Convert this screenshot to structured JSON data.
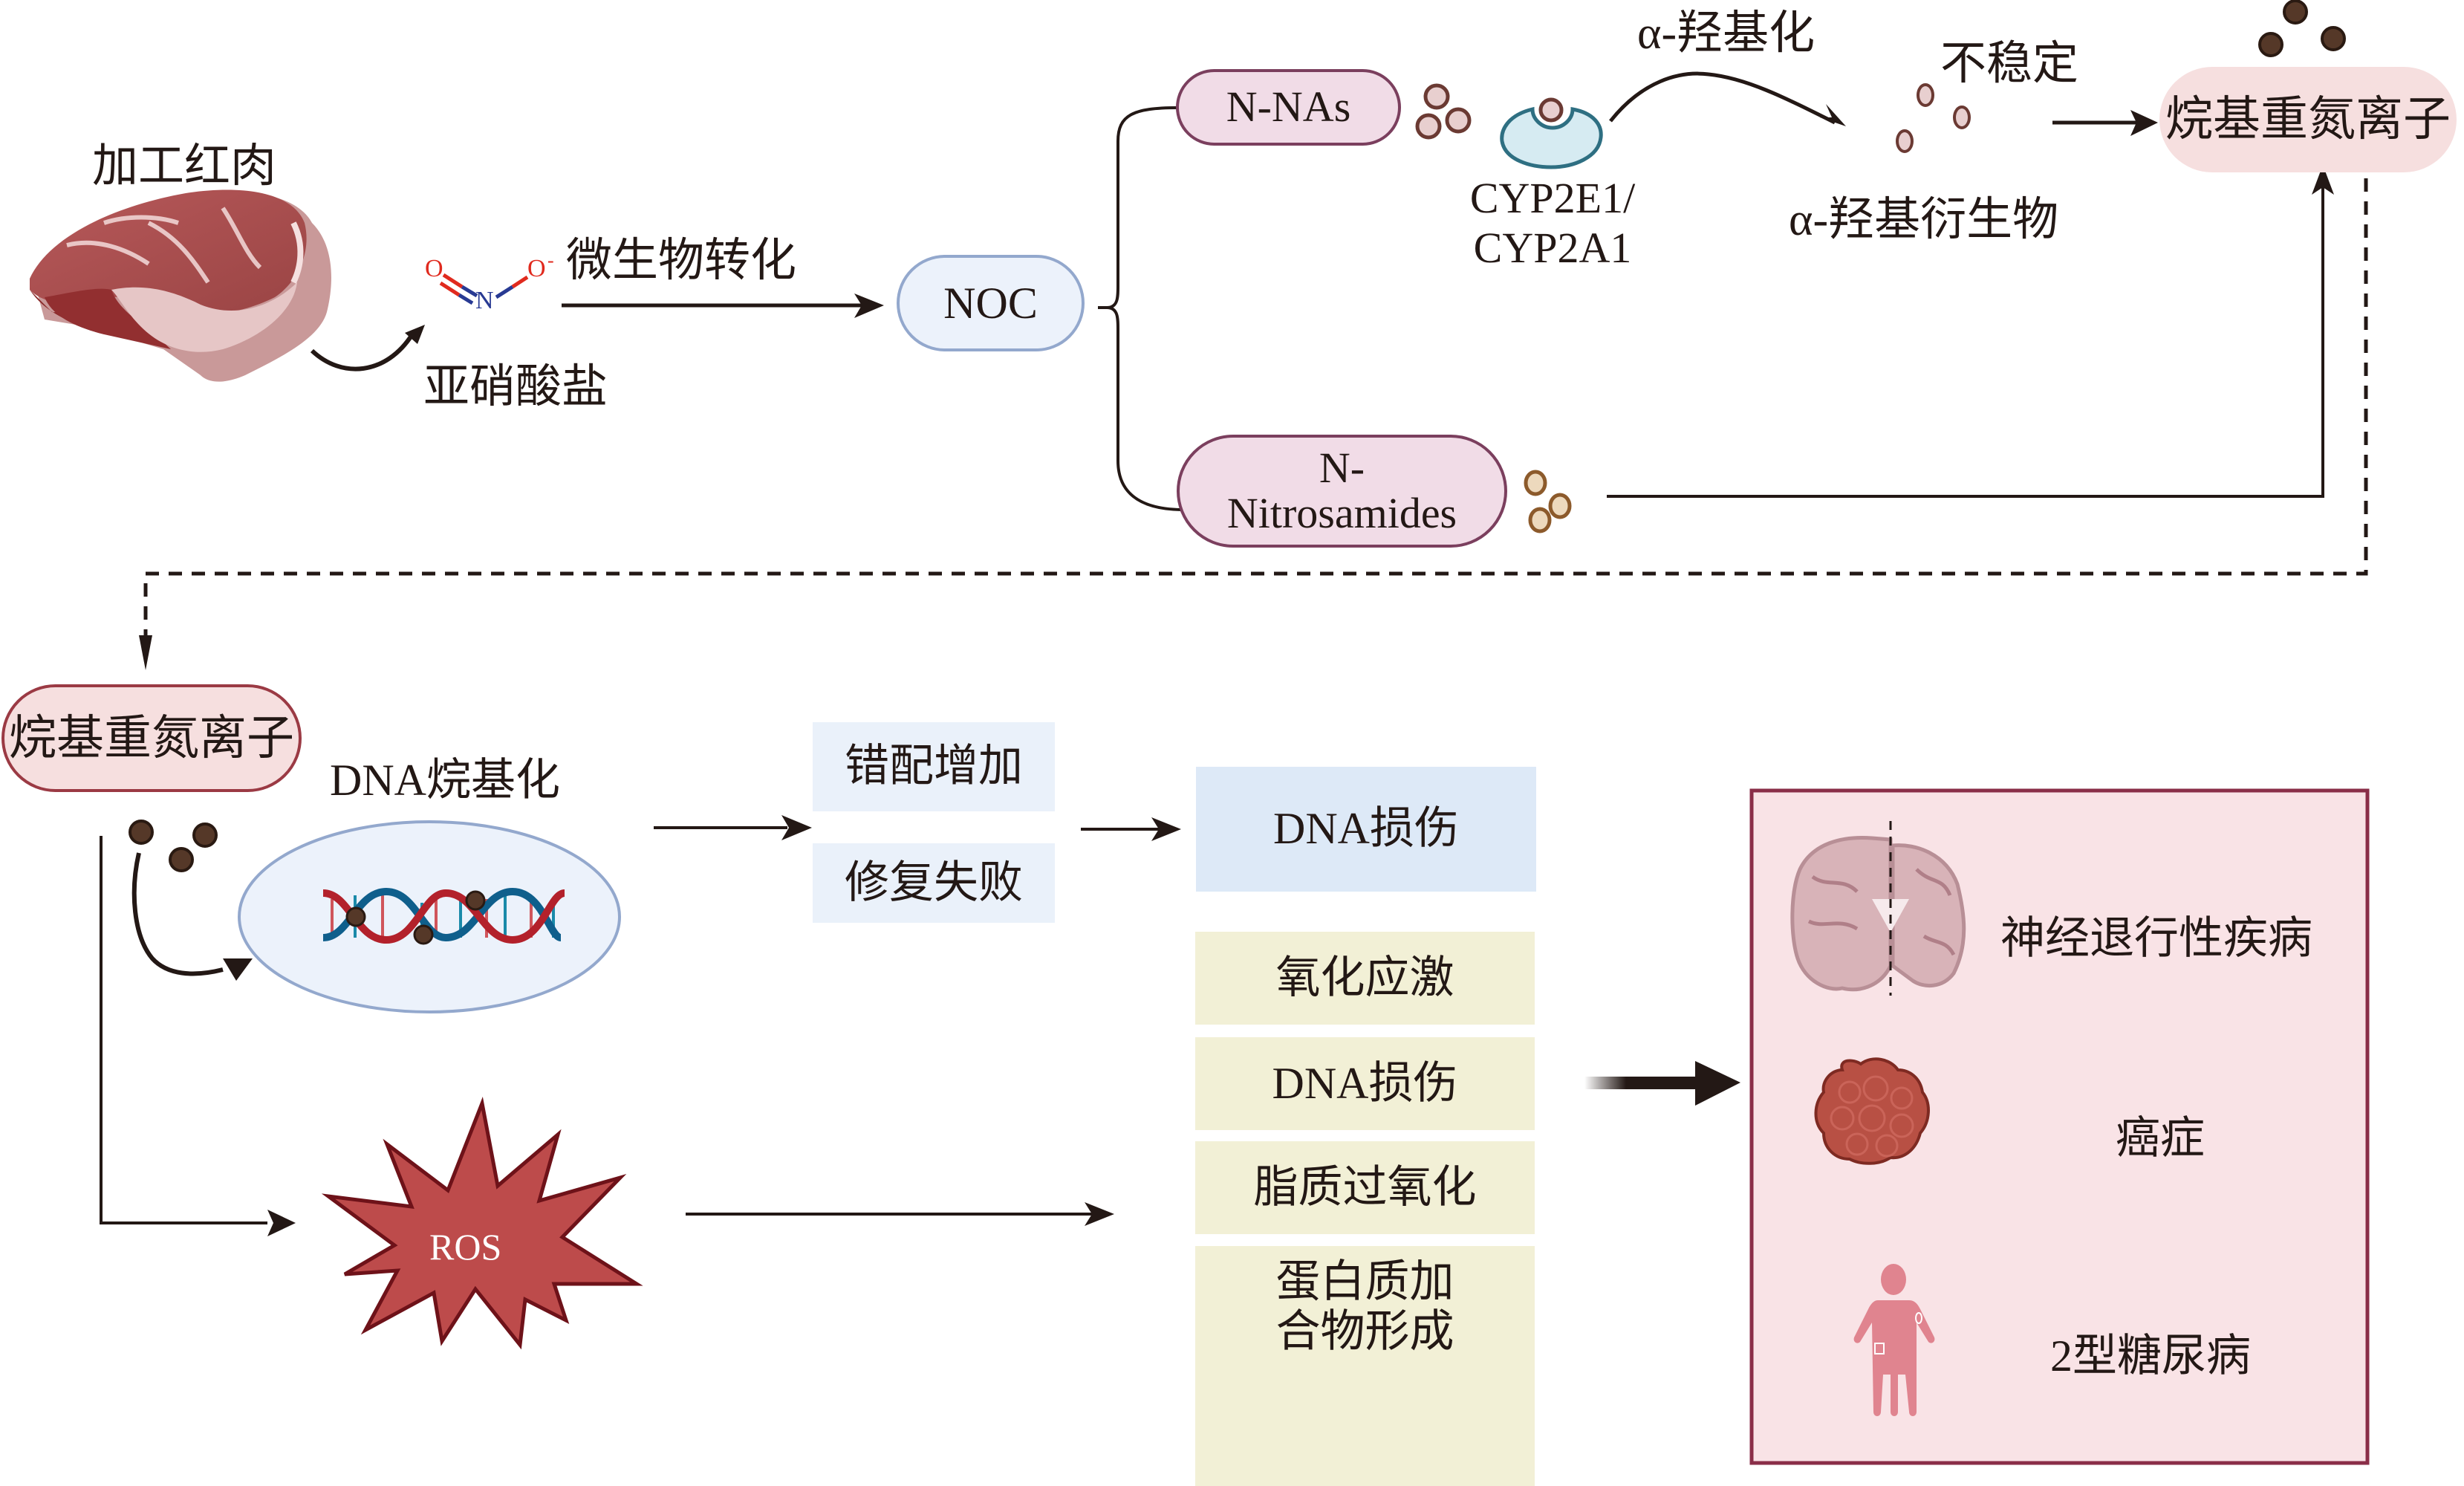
{
  "colors": {
    "noc_fill": "#ecf2fb",
    "noc_border": "#93a8cd",
    "nitro_fill": "#f1dce7",
    "nitro_border": "#7b3f5e",
    "diazonium_fill": "#f6dfdf",
    "diazonium_border": "#9b3a44",
    "mismatch_fill": "#eaf1fa",
    "dna_damage_fill": "#dde9f7",
    "yellow_fill": "#f2f0d6",
    "panel_fill": "#f9e3e6",
    "panel_border": "#8a2e48",
    "ros_fill": "#bd4b4b",
    "ros_border": "#6e1219",
    "enzyme_fill": "#d6ebf2",
    "enzyme_border": "#2e6f82",
    "molecule_pink_fill": "#e8cfcf",
    "molecule_pink_border": "#6b3a33",
    "molecule_tan_fill": "#edd9bd",
    "molecule_tan_border": "#8c5a2b",
    "alkyl_dot_fill": "#553828",
    "alkyl_dot_border": "#2a1a12",
    "oxygen": "#e02a1e",
    "nitrogen": "#283a93",
    "dna_red": "#b3212b",
    "dna_blue": "#0f5f8c"
  },
  "top": {
    "processed_meat_label": "加工红肉",
    "nitrite_label": "亚硝酸盐",
    "nitrite_atoms": {
      "o1": "O",
      "n": "N",
      "o2": "O",
      "charge": "-"
    },
    "microbial_label": "微生物转化",
    "noc_label": "NOC",
    "n_nas_label": "N-NAs",
    "n_nitrosamides_label_line1": "N-",
    "n_nitrosamides_label_line2": "Nitrosamides",
    "cyp_label_line1": "CYP2E1/",
    "cyp_label_line2": "CYP2A1",
    "alpha_hydroxylation_label": "α-羟基化",
    "unstable_label": "不稳定",
    "alpha_hydroxy_derivative_label": "α-羟基衍生物",
    "alkyl_diazonium_label": "烷基重氮离子"
  },
  "bottom": {
    "alkyl_diazonium_label": "烷基重氮离子",
    "dna_alkylation_label": "DNA烷基化",
    "mismatch_label": "错配增加",
    "repair_failure_label": "修复失败",
    "dna_damage_label": "DNA损伤",
    "ros_label": "ROS",
    "effects": [
      {
        "label": "氧化应激"
      },
      {
        "label": "DNA损伤"
      },
      {
        "label": "脂质过氧化"
      },
      {
        "label_line1": "蛋白质加",
        "label_line2": "合物形成"
      }
    ],
    "diseases": [
      {
        "label": "神经退行性疾病",
        "icon": "brain-icon"
      },
      {
        "label": "癌症",
        "icon": "tumor-icon"
      },
      {
        "label": "2型糖尿病",
        "icon": "person-icon"
      }
    ]
  }
}
